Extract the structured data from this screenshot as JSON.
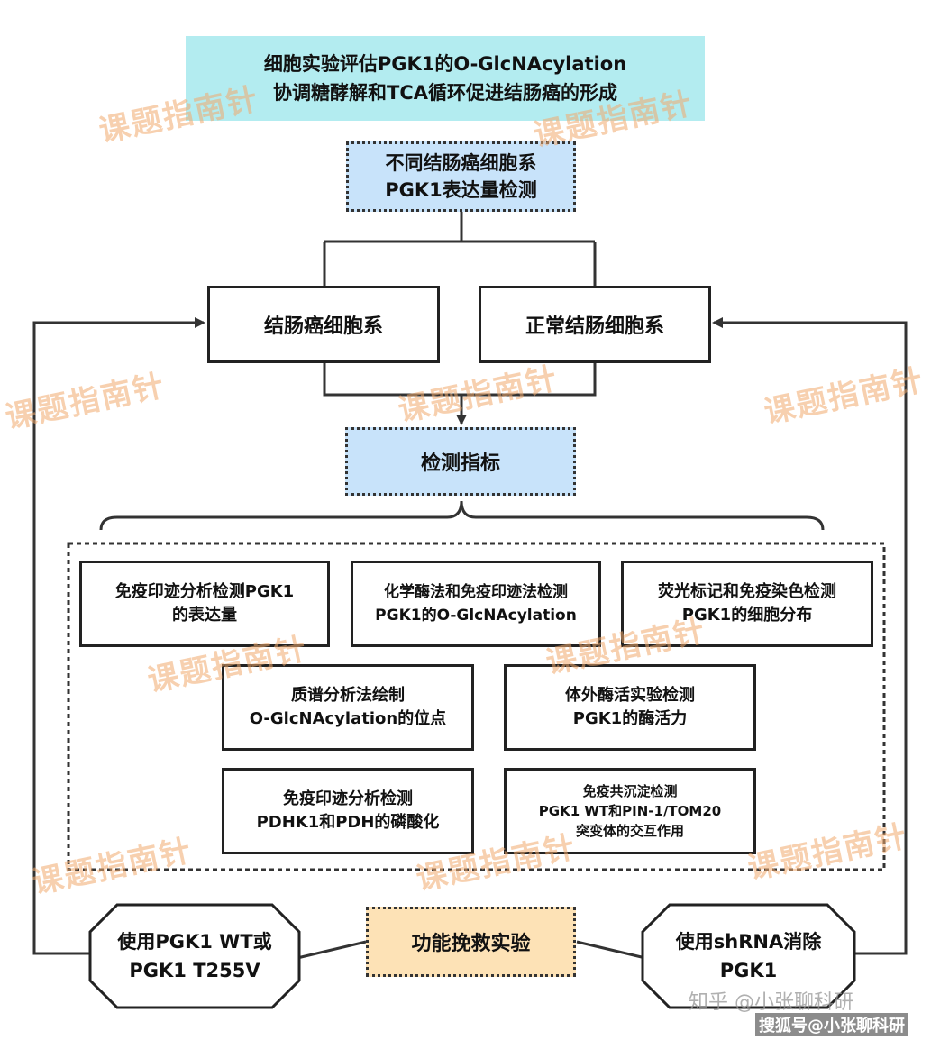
{
  "title": {
    "line1": "细胞实验评估PGK1的O-GlcNAcylation",
    "line2": "协调糖酵解和TCA循环促进结肠癌的形成",
    "bg": "#b3ecf0"
  },
  "step1": {
    "line1": "不同结肠癌细胞系",
    "line2": "PGK1表达量检测",
    "bg": "#c8e3fa"
  },
  "cell_lines": {
    "left": "结肠癌细胞系",
    "right": "正常结肠细胞系"
  },
  "indicators": {
    "label": "检测指标",
    "bg": "#c8e3fa"
  },
  "methods": [
    {
      "line1": "免疫印迹分析检测PGK1",
      "line2": "的表达量"
    },
    {
      "line1": "化学酶法和免疫印迹法检测",
      "line2": "PGK1的O-GlcNAcylation"
    },
    {
      "line1": "荧光标记和免疫染色检测",
      "line2": "PGK1的细胞分布"
    },
    {
      "line1": "质谱分析法绘制",
      "line2": "O-GlcNAcylation的位点"
    },
    {
      "line1": "体外酶活实验检测",
      "line2": "PGK1的酶活力"
    },
    {
      "line1": "免疫印迹分析检测",
      "line2": "PDHK1和PDH的磷酸化"
    },
    {
      "line1": "免疫共沉淀检测",
      "line2": "PGK1 WT和PIN-1/TOM20",
      "line3": "突变体的交互作用"
    }
  ],
  "rescue": {
    "label": "功能挽救实验",
    "bg": "#fde2b6"
  },
  "left_oct": {
    "line1": "使用PGK1 WT或",
    "line2": "PGK1 T255V"
  },
  "right_oct": {
    "line1": "使用shRNA消除",
    "line2": "PGK1"
  },
  "watermark": "课题指南针",
  "credits": {
    "zhihu": "知乎 @小张聊科研",
    "sohu": "搜狐号@小张聊科研"
  }
}
